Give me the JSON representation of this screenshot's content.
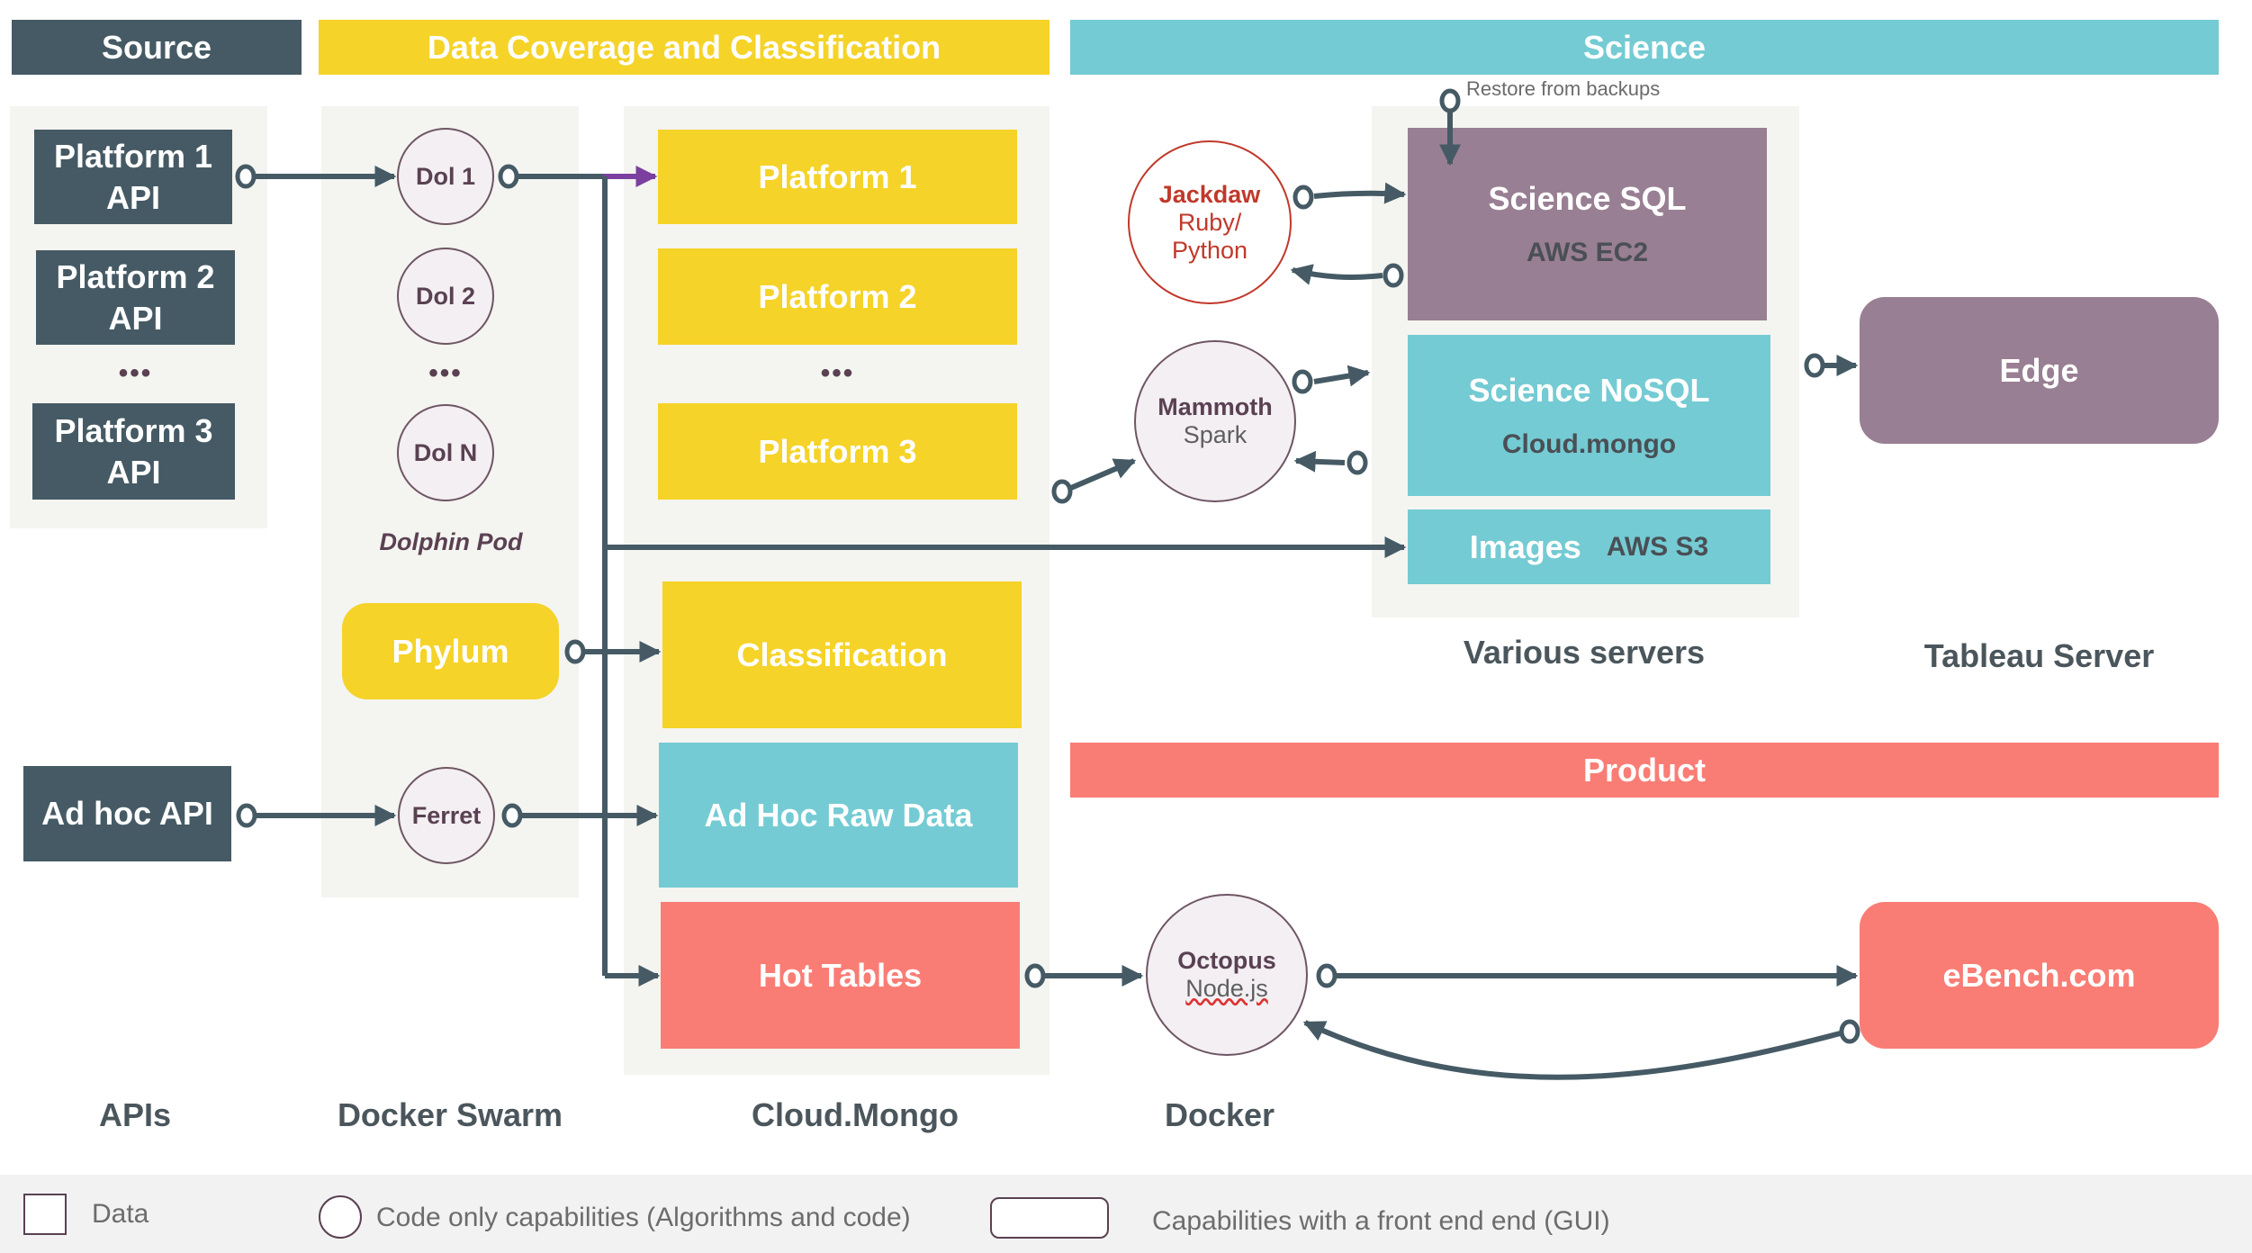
{
  "headers": {
    "source": "Source",
    "data_coverage": "Data Coverage and Classification",
    "science": "Science",
    "product": "Product"
  },
  "colors": {
    "dark": "#455a64",
    "yellow": "#f5d328",
    "teal": "#74cbd3",
    "salmon": "#f97d75",
    "mauve": "#997f93",
    "connector": "#455a64",
    "accent_arrow": "#7b3fa0",
    "jackdaw_red": "#c0392b"
  },
  "source": {
    "apis": [
      "Platform 1\nAPI",
      "Platform 2\nAPI",
      "Platform 3\nAPI"
    ],
    "platform1": "Platform 1 API",
    "platform2": "Platform 2 API",
    "platform3": "Platform 3 API",
    "ellipsis": "•••",
    "adhoc_api": "Ad hoc API"
  },
  "docker_swarm": {
    "dol1": "Dol 1",
    "dol2": "Dol 2",
    "doln": "Dol N",
    "ellipsis": "•••",
    "pod_label": "Dolphin Pod",
    "phylum": "Phylum",
    "ferret": "Ferret"
  },
  "cloud_mongo": {
    "platform1": "Platform 1",
    "platform2": "Platform 2",
    "ellipsis": "•••",
    "platform3": "Platform 3",
    "classification": "Classification",
    "adhoc_raw": "Ad Hoc Raw Data",
    "hot_tables": "Hot Tables"
  },
  "science": {
    "restore_note": "Restore from backups",
    "jackdaw": {
      "name": "Jackdaw",
      "tech_line1": "Ruby/",
      "tech_line2": "Python"
    },
    "mammoth": {
      "name": "Mammoth",
      "tech": "Spark"
    },
    "sql": {
      "title": "Science SQL",
      "host": "AWS EC2"
    },
    "nosql": {
      "title": "Science NoSQL",
      "host": "Cloud.mongo"
    },
    "images": {
      "title": "Images",
      "host": "AWS S3"
    },
    "edge": "Edge"
  },
  "product": {
    "octopus": {
      "name": "Octopus",
      "tech": "Node.js"
    },
    "ebench": "eBench.com"
  },
  "captions": {
    "apis": "APIs",
    "docker_swarm": "Docker Swarm",
    "cloud_mongo": "Cloud.Mongo",
    "docker": "Docker",
    "various_servers": "Various servers",
    "tableau_server": "Tableau Server"
  },
  "legend": {
    "data": "Data",
    "code_only": "Code only capabilities (Algorithms and code)",
    "gui": "Capabilities with a front end end (GUI)"
  }
}
